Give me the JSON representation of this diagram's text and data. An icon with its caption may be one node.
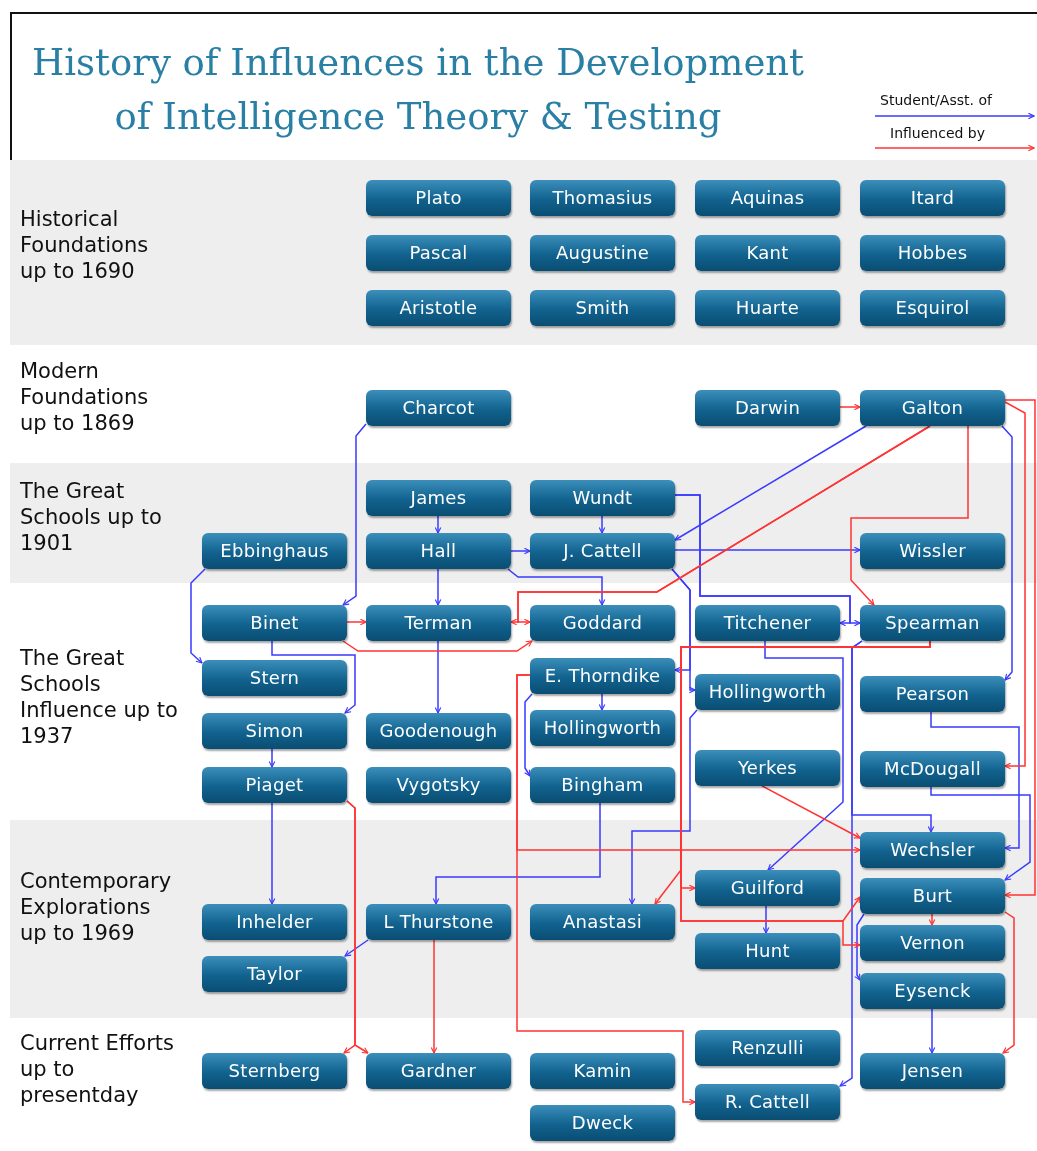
{
  "diagram": {
    "title": "History of Influences in the Development of Intelligence Theory & Testing",
    "nodes": [
      {
        "text": [
          "Historical Foundations up to 1690"
        ]
      },
      {
        "text": [
          "Plato"
        ],
        "in": 0
      },
      {
        "text": [
          "Thomasius"
        ],
        "in": 0
      },
      {
        "text": [
          "Aquinas"
        ],
        "in": 0
      },
      {
        "text": [
          "Itard"
        ],
        "in": 0
      },
      {
        "text": [
          "Pascal"
        ],
        "in": 0
      },
      {
        "text": [
          "Augustine"
        ],
        "in": 0
      },
      {
        "text": [
          "Kant"
        ],
        "in": 0
      },
      {
        "text": [
          "Hobbes"
        ],
        "in": 0
      },
      {
        "text": [
          "Aristotle"
        ],
        "in": 0
      },
      {
        "text": [
          "Smith"
        ],
        "in": 0
      },
      {
        "text": [
          "Huarte"
        ],
        "in": 0
      },
      {
        "text": [
          "Esquirol"
        ],
        "in": 0
      },
      {
        "text": [
          "Modern Foundations up to 1869"
        ]
      },
      {
        "text": [
          "Charcot"
        ],
        "in": 13
      },
      {
        "text": [
          "Darwin"
        ],
        "in": 13
      },
      {
        "text": [
          "Galton"
        ],
        "in": 13
      },
      {
        "text": [
          "The Great Schools up to 1901"
        ]
      },
      {
        "text": [
          "James"
        ],
        "in": 17
      },
      {
        "text": [
          "Wundt"
        ],
        "in": 17
      },
      {
        "text": [
          "Ebbinghaus"
        ],
        "in": 17
      },
      {
        "text": [
          "Hall"
        ],
        "in": 17
      },
      {
        "text": [
          "J. Cattell"
        ],
        "in": 17
      },
      {
        "text": [
          "Wissler"
        ],
        "in": 17
      },
      {
        "text": [
          "The Great Schools Influence up to 1937"
        ]
      },
      {
        "text": [
          "Binet"
        ],
        "in": 24
      },
      {
        "text": [
          "Terman"
        ],
        "in": 24
      },
      {
        "text": [
          "Goddard"
        ],
        "in": 24
      },
      {
        "text": [
          "Titchener"
        ],
        "in": 24
      },
      {
        "text": [
          "Spearman"
        ],
        "in": 24
      },
      {
        "text": [
          "Stern"
        ],
        "in": 24
      },
      {
        "text": [
          "E. Thorndike"
        ],
        "in": 24
      },
      {
        "text": [
          "Hollingworth"
        ],
        "in": 24
      },
      {
        "text": [
          "Pearson"
        ],
        "in": 24
      },
      {
        "text": [
          "Simon"
        ],
        "in": 24
      },
      {
        "text": [
          "Goodenough"
        ],
        "in": 24
      },
      {
        "text": [
          "Hollingworth"
        ],
        "in": 24
      },
      {
        "text": [
          "Yerkes"
        ],
        "in": 24
      },
      {
        "text": [
          "McDougall"
        ],
        "in": 24
      },
      {
        "text": [
          "Piaget"
        ],
        "in": 24
      },
      {
        "text": [
          "Vygotsky"
        ],
        "in": 24
      },
      {
        "text": [
          "Bingham"
        ],
        "in": 24
      },
      {
        "text": [
          "Contemporary Explorations up to 1969"
        ]
      },
      {
        "text": [
          "Wechsler"
        ],
        "in": 42
      },
      {
        "text": [
          "Guilford"
        ],
        "in": 42
      },
      {
        "text": [
          "Burt"
        ],
        "in": 42
      },
      {
        "text": [
          "Inhelder"
        ],
        "in": 42
      },
      {
        "text": [
          "L Thurstone"
        ],
        "in": 42
      },
      {
        "text": [
          "Anastasi"
        ],
        "in": 42
      },
      {
        "text": [
          "Vernon"
        ],
        "in": 42
      },
      {
        "text": [
          "Hunt"
        ],
        "in": 42
      },
      {
        "text": [
          "Taylor"
        ],
        "in": 42
      },
      {
        "text": [
          "Eysenck"
        ],
        "in": 42
      },
      {
        "text": [
          "Current Efforts up to presentday"
        ]
      },
      {
        "text": [
          "Renzulli"
        ],
        "in": 53
      },
      {
        "text": [
          "Sternberg"
        ],
        "in": 53
      },
      {
        "text": [
          "Gardner"
        ],
        "in": 53
      },
      {
        "text": [
          "Kamin"
        ],
        "in": 53
      },
      {
        "text": [
          "Jensen"
        ],
        "in": 53
      },
      {
        "text": [
          "R. Cattell"
        ],
        "in": 53
      },
      {
        "text": [
          "Dweck"
        ],
        "in": 53
      }
    ],
    "edges": [
      {
        "from": 14,
        "to": 25,
        "arrow": "to"
      },
      {
        "from": 18,
        "to": 21,
        "arrow": "to"
      },
      {
        "from": 19,
        "to": 22,
        "arrow": "to"
      },
      {
        "from": 21,
        "to": 22,
        "arrow": "to"
      },
      {
        "from": 21,
        "to": 26,
        "arrow": "to"
      },
      {
        "from": 21,
        "to": 27,
        "arrow": "to"
      },
      {
        "from": 16,
        "to": 22,
        "arrow": "to"
      },
      {
        "from": 22,
        "to": 23,
        "arrow": "to"
      },
      {
        "from": 19,
        "to": 28,
        "arrow": "to"
      },
      {
        "from": 19,
        "to": 29,
        "arrow": "to"
      },
      {
        "from": 22,
        "to": 31,
        "arrow": "to"
      },
      {
        "from": 22,
        "to": 32,
        "arrow": "to"
      },
      {
        "from": 16,
        "to": 33,
        "arrow": "to"
      },
      {
        "from": 20,
        "to": 30,
        "arrow": "to"
      },
      {
        "from": 25,
        "to": 34,
        "arrow": "to"
      },
      {
        "from": 34,
        "to": 39,
        "arrow": "to"
      },
      {
        "from": 26,
        "to": 35,
        "arrow": "to"
      },
      {
        "from": 31,
        "to": 36,
        "arrow": "to"
      },
      {
        "from": 31,
        "to": 41,
        "arrow": "to"
      },
      {
        "from": 39,
        "to": 46,
        "arrow": "to"
      },
      {
        "from": 41,
        "to": 47,
        "arrow": "to"
      },
      {
        "from": 47,
        "to": 51,
        "arrow": "to"
      },
      {
        "from": 28,
        "to": 44,
        "arrow": "to"
      },
      {
        "from": 32,
        "to": 48,
        "arrow": "to"
      },
      {
        "from": 29,
        "to": 43,
        "arrow": "to"
      },
      {
        "from": 29,
        "to": 59,
        "arrow": "to"
      },
      {
        "from": 33,
        "to": 43,
        "arrow": "to"
      },
      {
        "from": 38,
        "to": 45,
        "arrow": "to"
      },
      {
        "from": 44,
        "to": 50,
        "arrow": "to"
      },
      {
        "from": 52,
        "to": 58,
        "arrow": "to"
      },
      {
        "from": 45,
        "to": 52,
        "arrow": "to"
      },
      {
        "from": 15,
        "to": 16,
        "arrow": "to",
        "color": "#ff3333"
      },
      {
        "from": 25,
        "to": 26,
        "arrow": "to",
        "color": "#ff3333"
      },
      {
        "from": 16,
        "to": 26,
        "arrow": "to",
        "color": "#ff3333"
      },
      {
        "from": 16,
        "to": 27,
        "arrow": "to",
        "color": "#ff3333"
      },
      {
        "from": 25,
        "to": 27,
        "arrow": "to",
        "color": "#ff3333"
      },
      {
        "from": 16,
        "to": 29,
        "arrow": "to",
        "color": "#ff3333"
      },
      {
        "from": 16,
        "to": 38,
        "arrow": "to",
        "color": "#ff3333"
      },
      {
        "from": 16,
        "to": 45,
        "arrow": "to",
        "color": "#ff3333"
      },
      {
        "from": 39,
        "to": 55,
        "arrow": "to",
        "color": "#ff3333"
      },
      {
        "from": 39,
        "to": 56,
        "arrow": "to",
        "color": "#ff3333"
      },
      {
        "from": 47,
        "to": 56,
        "arrow": "to",
        "color": "#ff3333"
      },
      {
        "from": 37,
        "to": 43,
        "arrow": "to",
        "color": "#ff3333"
      },
      {
        "from": 29,
        "to": 44,
        "arrow": "to",
        "color": "#ff3333"
      },
      {
        "from": 29,
        "to": 48,
        "arrow": "to",
        "color": "#ff3333"
      },
      {
        "from": 29,
        "to": 49,
        "arrow": "to",
        "color": "#ff3333"
      },
      {
        "from": 29,
        "to": 45,
        "arrow": "to",
        "color": "#ff3333"
      },
      {
        "from": 31,
        "to": 43,
        "arrow": "to",
        "color": "#ff3333"
      },
      {
        "from": 31,
        "to": 59,
        "arrow": "to",
        "color": "#ff3333"
      },
      {
        "from": 45,
        "to": 49,
        "arrow": "to",
        "color": "#ff3333"
      },
      {
        "from": 45,
        "to": 58,
        "arrow": "to",
        "color": "#ff3333"
      }
    ],
    "legend": [
      {
        "text": "Student/Asst. of"
      },
      {
        "text": "Influenced by"
      }
    ]
  }
}
